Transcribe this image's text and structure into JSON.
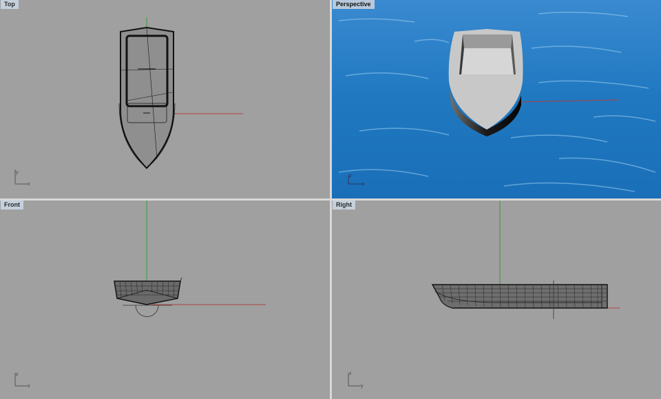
{
  "viewports": [
    {
      "id": "top",
      "title": "Top",
      "axes": {
        "vertical": "y",
        "horizontal": "x"
      },
      "background": "#a0a0a0"
    },
    {
      "id": "perspective",
      "title": "Perspective",
      "axes": {
        "vertical": "z",
        "horizontal": "x"
      },
      "background": "#1f7ac0"
    },
    {
      "id": "front",
      "title": "Front",
      "axes": {
        "vertical": "z",
        "horizontal": "x"
      },
      "background": "#a0a0a0"
    },
    {
      "id": "right",
      "title": "Right",
      "axes": {
        "vertical": "z",
        "horizontal": "y"
      },
      "background": "#a0a0a0"
    }
  ],
  "colors": {
    "x_axis": "#b04040",
    "y_axis": "#3a9a3a",
    "viewport_border": "#d8d8d8",
    "label_bg": "#c4d0dc"
  }
}
